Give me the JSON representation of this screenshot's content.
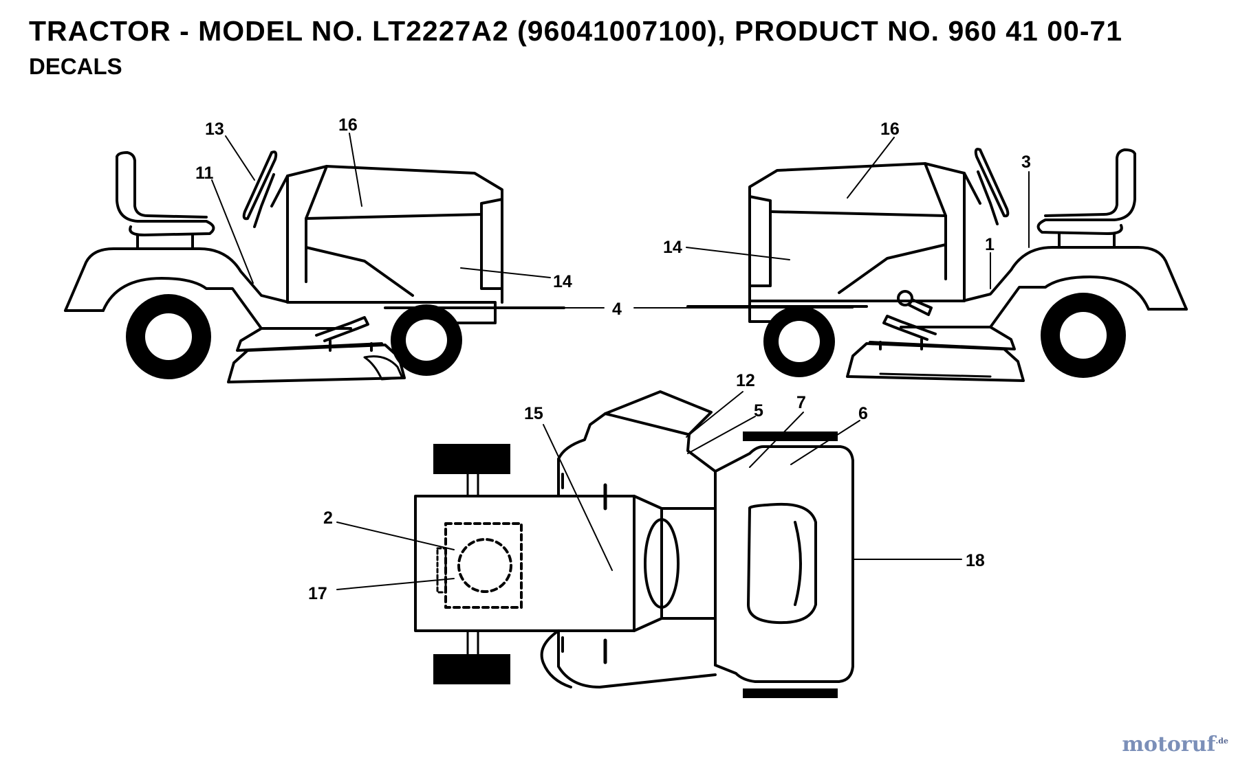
{
  "header": {
    "title": "TRACTOR - MODEL NO. LT2227A2 (96041007100), PRODUCT NO. 960 41 00-71",
    "subtitle": "DECALS"
  },
  "callouts": {
    "left_view": {
      "c13": "13",
      "c16": "16",
      "c11": "11",
      "c14": "14",
      "c4": "4"
    },
    "right_view": {
      "c16": "16",
      "c3": "3",
      "c14": "14",
      "c1": "1"
    },
    "top_view": {
      "c12": "12",
      "c5": "5",
      "c7": "7",
      "c6": "6",
      "c15": "15",
      "c2": "2",
      "c17": "17",
      "c18": "18"
    }
  },
  "watermark": {
    "text": "motoruf",
    "suffix": ".de"
  }
}
